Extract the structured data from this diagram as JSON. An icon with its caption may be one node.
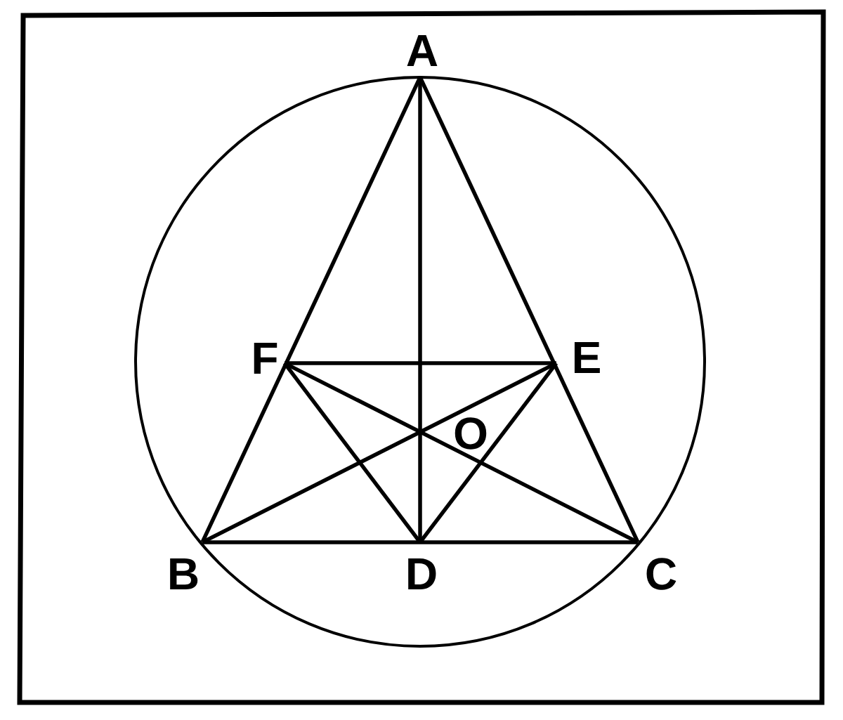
{
  "diagram": {
    "nodes": [
      {
        "text": [
          "A"
        ]
      },
      {
        "text": [
          "B"
        ]
      },
      {
        "text": [
          "C"
        ]
      },
      {
        "text": [
          "D"
        ]
      },
      {
        "text": [
          "E"
        ]
      },
      {
        "text": [
          "F"
        ]
      },
      {
        "text": [
          "O"
        ]
      }
    ],
    "edges": [
      {
        "from": 0,
        "to": 1,
        "arrow": "none"
      },
      {
        "from": 0,
        "to": 2,
        "arrow": "none"
      },
      {
        "from": 1,
        "to": 2,
        "arrow": "none"
      },
      {
        "from": 0,
        "to": 3,
        "arrow": "none"
      },
      {
        "from": 5,
        "to": 4,
        "arrow": "none"
      },
      {
        "from": 5,
        "to": 3,
        "arrow": "none"
      },
      {
        "from": 4,
        "to": 3,
        "arrow": "none"
      },
      {
        "from": 5,
        "to": 2,
        "arrow": "none"
      },
      {
        "from": 4,
        "to": 1,
        "arrow": "none"
      }
    ]
  }
}
